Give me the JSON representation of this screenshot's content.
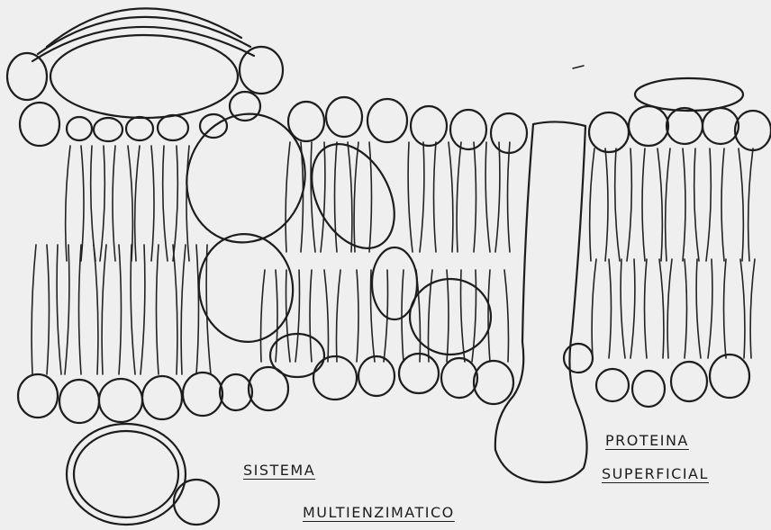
{
  "labels": {
    "multienzyme_line1": "SISTEMA",
    "multienzyme_line2": "MULTIENZIMATICO",
    "surface_protein_line1": "PROTEINA",
    "surface_protein_line2": "SUPERFICIAL"
  }
}
